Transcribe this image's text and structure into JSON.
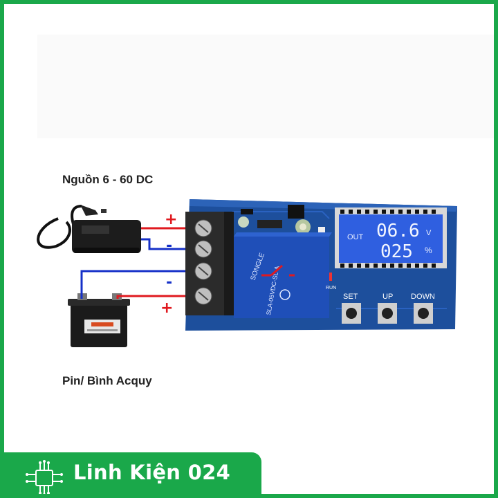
{
  "labels": {
    "power_source": "Nguồn 6 - 60 DC",
    "battery": "Pin/ Bình Acquy"
  },
  "polarity": {
    "top_plus": "+",
    "top_minus": "-",
    "bottom_minus": "-",
    "bottom_plus": "+"
  },
  "lcd": {
    "out": "OUT",
    "voltage": "06.6",
    "voltage_unit": "V",
    "percent": "025",
    "percent_unit": "%"
  },
  "buttons": {
    "set": "SET",
    "up": "UP",
    "down": "DOWN"
  },
  "board_text": {
    "run": "RUN",
    "relay_brand": "SONGLE",
    "relay_model": "SLA-05VDC-SL-A"
  },
  "brand": {
    "name": "Linh Kiện 024"
  },
  "colors": {
    "brand_green": "#1aa84a",
    "pcb_blue": "#1d4f9c",
    "relay_blue": "#1f4fb8",
    "lcd_blue": "#2f5fe0",
    "wire_red": "#e0191f",
    "wire_blue": "#1530c8"
  }
}
